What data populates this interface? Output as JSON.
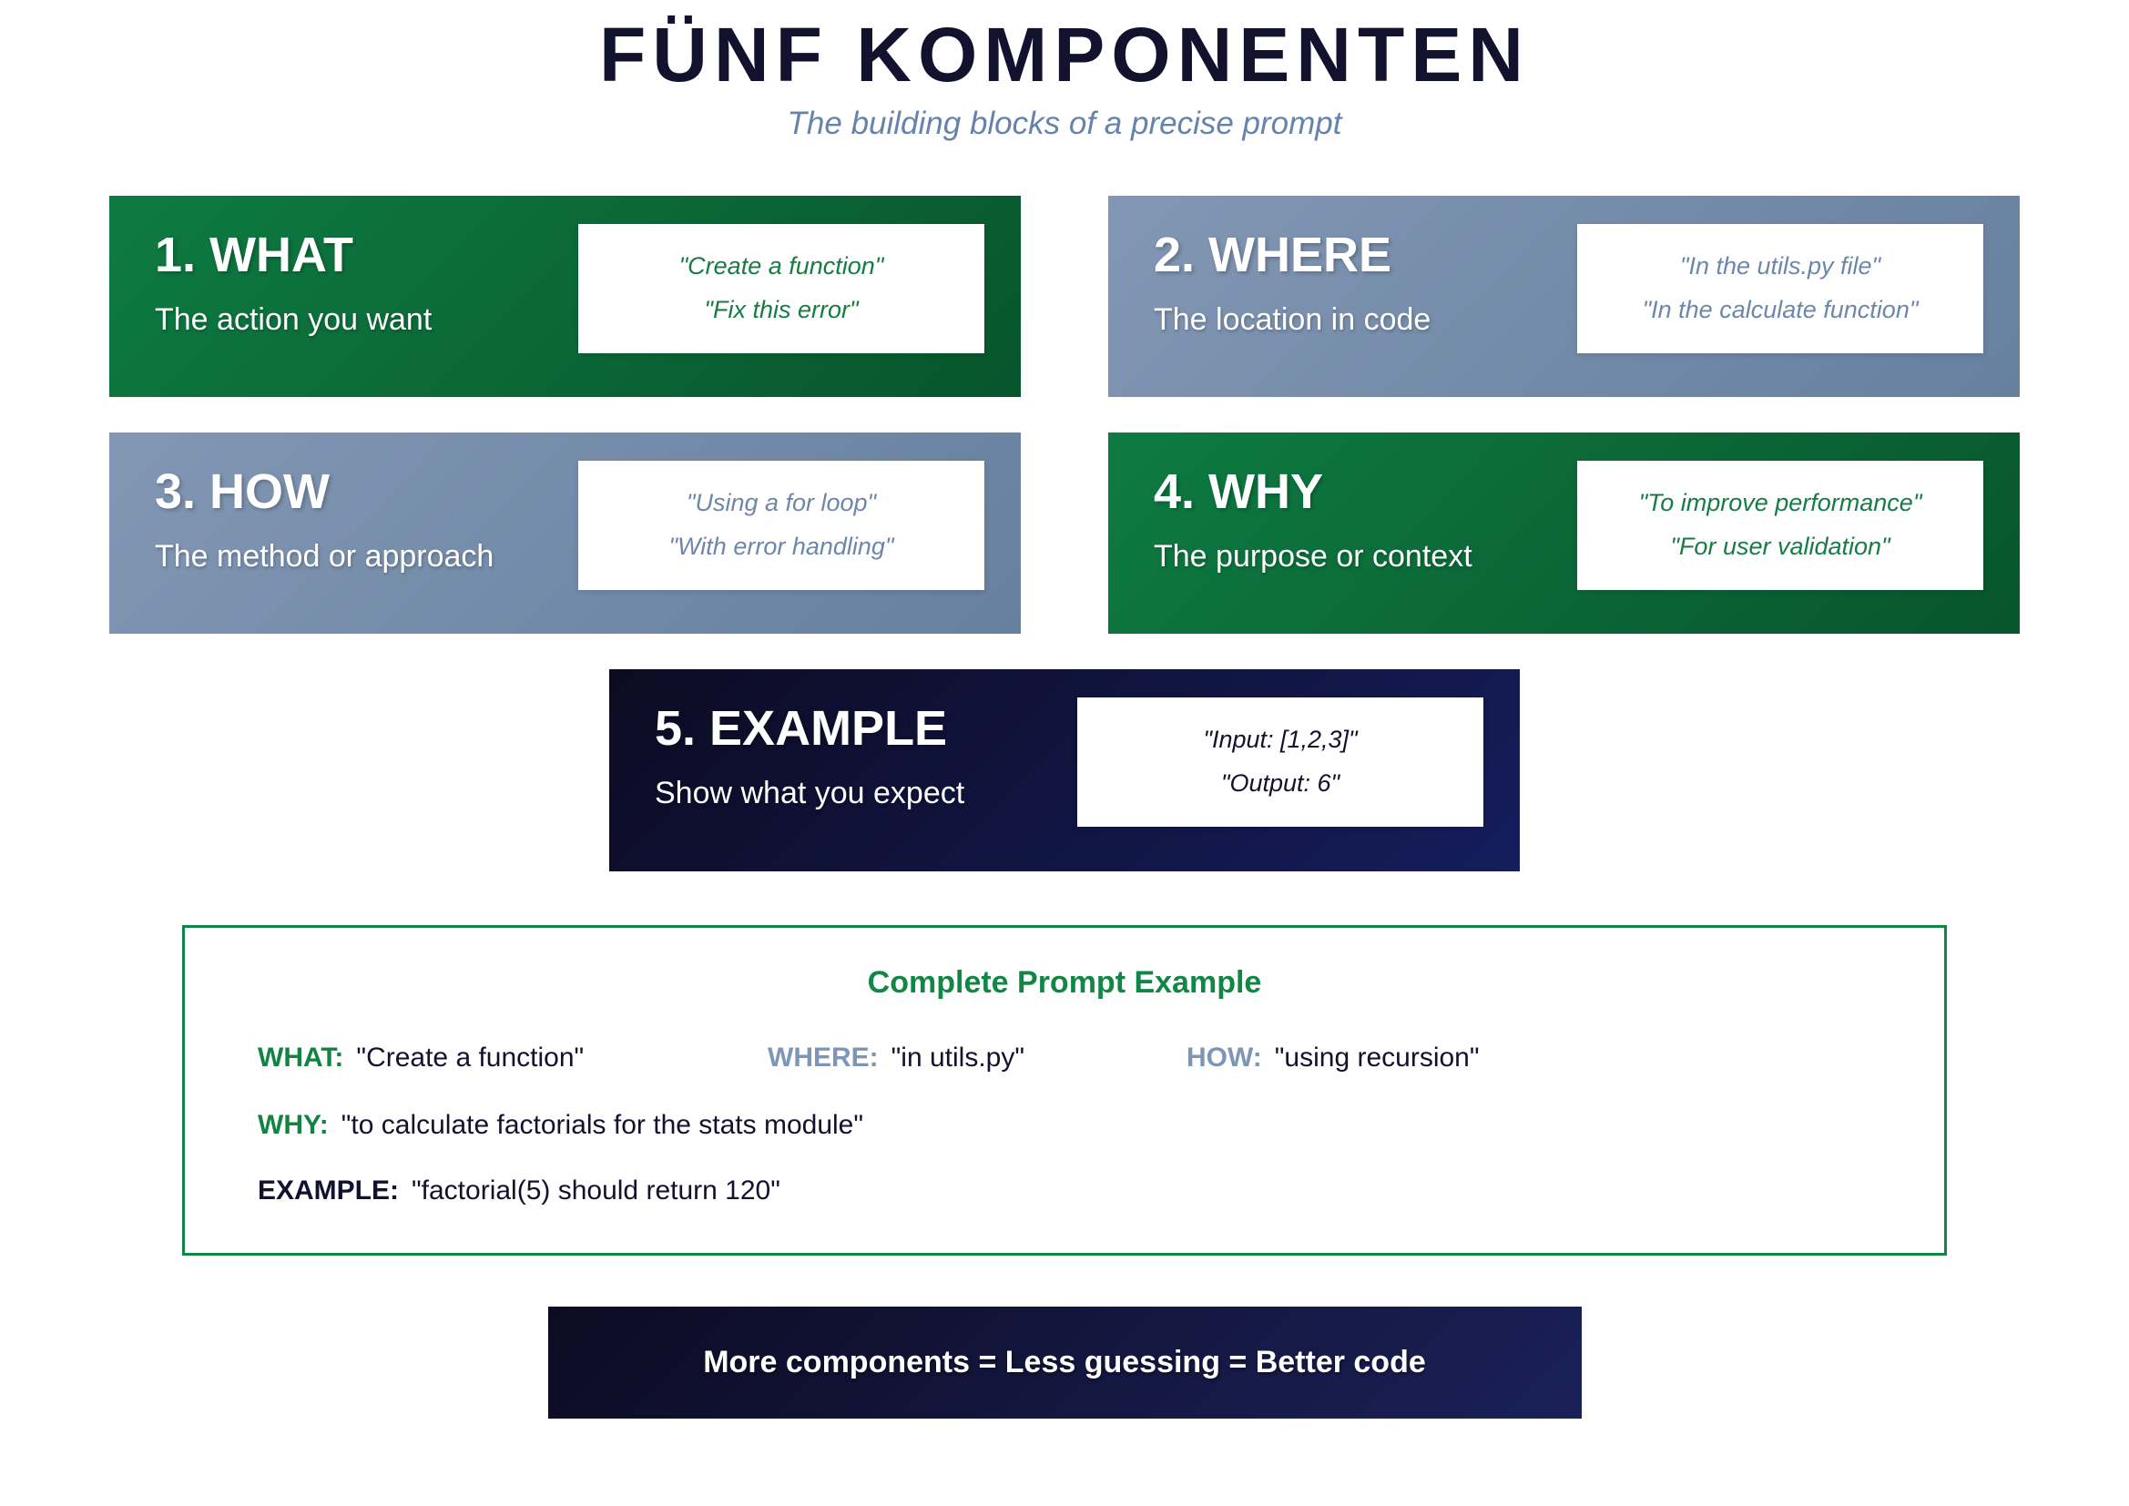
{
  "header": {
    "title": "FÜNF KOMPONENTEN",
    "subtitle": "The building blocks of a precise prompt"
  },
  "cards": [
    {
      "title": "1. WHAT",
      "description": "The action you want",
      "examples": [
        "\"Create a function\"",
        "\"Fix this error\""
      ]
    },
    {
      "title": "2. WHERE",
      "description": "The location in code",
      "examples": [
        "\"In the utils.py file\"",
        "\"In the calculate function\""
      ]
    },
    {
      "title": "3. HOW",
      "description": "The method or approach",
      "examples": [
        "\"Using a for loop\"",
        "\"With error handling\""
      ]
    },
    {
      "title": "4. WHY",
      "description": "The purpose or context",
      "examples": [
        "\"To improve performance\"",
        "\"For user validation\""
      ]
    },
    {
      "title": "5. EXAMPLE",
      "description": "Show what you expect",
      "examples": [
        "\"Input: [1,2,3]\"",
        "\"Output: 6\""
      ]
    }
  ],
  "prompt_example": {
    "title": "Complete Prompt Example",
    "what": {
      "label": "WHAT:",
      "value": "\"Create a function\""
    },
    "where": {
      "label": "WHERE:",
      "value": "\"in utils.py\""
    },
    "how": {
      "label": "HOW:",
      "value": "\"using recursion\""
    },
    "why": {
      "label": "WHY:",
      "value": "\"to calculate factorials for the stats module\""
    },
    "example": {
      "label": "EXAMPLE:",
      "value": "\"factorial(5) should return 120\""
    }
  },
  "banner": {
    "text": "More components = Less guessing = Better code"
  },
  "colors": {
    "green_gradient_start": "#0e7b42",
    "green_gradient_end": "#08552c",
    "blue_gray_gradient_start": "#8297b4",
    "blue_gray_gradient_end": "#66809e",
    "navy_gradient_start": "#0c0b22",
    "navy_gradient_end": "#151d5c",
    "title_navy": "#13122e",
    "subtitle_blue": "#6583ad",
    "accent_green": "#128343",
    "border_green": "#0f8742",
    "label_blue": "#7e96b6"
  }
}
